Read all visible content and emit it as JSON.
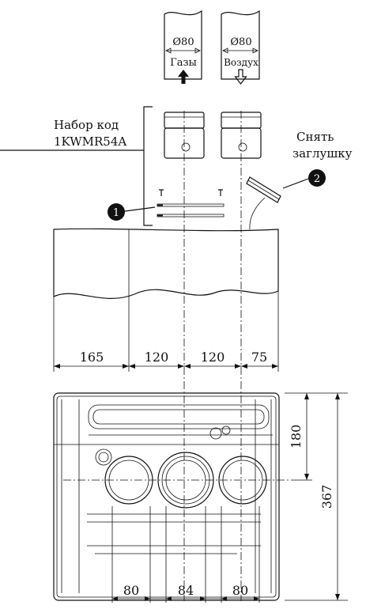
{
  "pipes": {
    "left": {
      "diameter": "Ø80",
      "label": "Газы"
    },
    "right": {
      "diameter": "Ø80",
      "label": "Воздух"
    }
  },
  "kit": {
    "line1": "Набор код",
    "line2": "1KWMR54A"
  },
  "plug_note": {
    "line1": "Снять",
    "line2": "заглушку"
  },
  "markers": {
    "one": "1",
    "two": "2"
  },
  "dims_top": {
    "a": "165",
    "b": "120",
    "c": "120",
    "d": "75"
  },
  "dims_right": {
    "a": "180",
    "b": "367"
  },
  "dims_bottom": {
    "a": "80",
    "b": "84",
    "c": "80"
  }
}
